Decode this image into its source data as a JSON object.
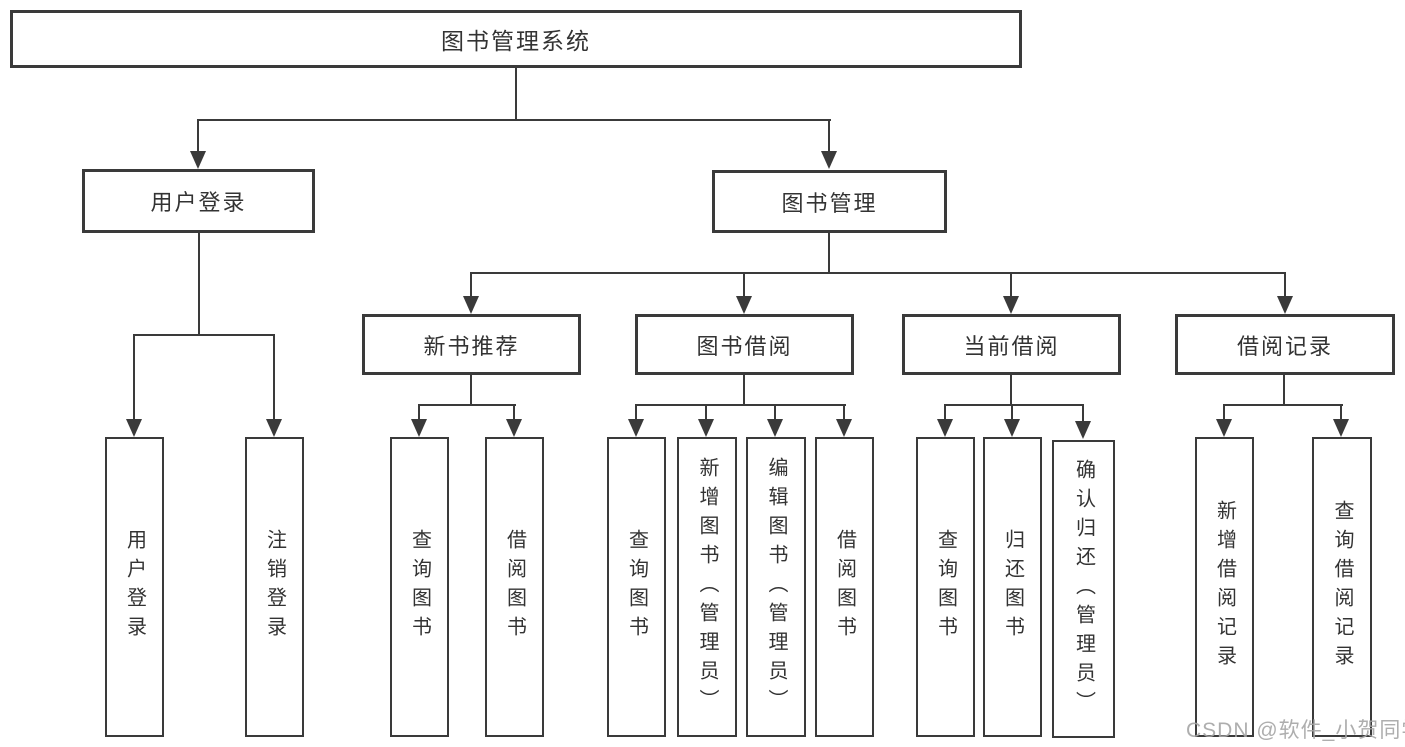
{
  "colors": {
    "line": "#3a3a3a",
    "text": "#333333",
    "box_fill": "#ffffff",
    "background": "#ffffff",
    "watermark": "#a5a5a5"
  },
  "tree": {
    "root": {
      "label": "图书管理系统",
      "children": [
        {
          "label": "用户登录",
          "children": [
            {
              "label": "用户登录"
            },
            {
              "label": "注销登录"
            }
          ]
        },
        {
          "label": "图书管理",
          "children": [
            {
              "label": "新书推荐",
              "children": [
                {
                  "label": "查询图书"
                },
                {
                  "label": "借阅图书"
                }
              ]
            },
            {
              "label": "图书借阅",
              "children": [
                {
                  "label": "查询图书"
                },
                {
                  "label": "新增图书（管理员）"
                },
                {
                  "label": "编辑图书（管理员）"
                },
                {
                  "label": "借阅图书"
                }
              ]
            },
            {
              "label": "当前借阅",
              "children": [
                {
                  "label": "查询图书"
                },
                {
                  "label": "归还图书"
                },
                {
                  "label": "确认归还（管理员）"
                }
              ]
            },
            {
              "label": "借阅记录",
              "children": [
                {
                  "label": "新增借阅记录"
                },
                {
                  "label": "查询借阅记录"
                }
              ]
            }
          ]
        }
      ]
    }
  },
  "watermark": {
    "text": "CSDN @软件_小贺同学"
  }
}
